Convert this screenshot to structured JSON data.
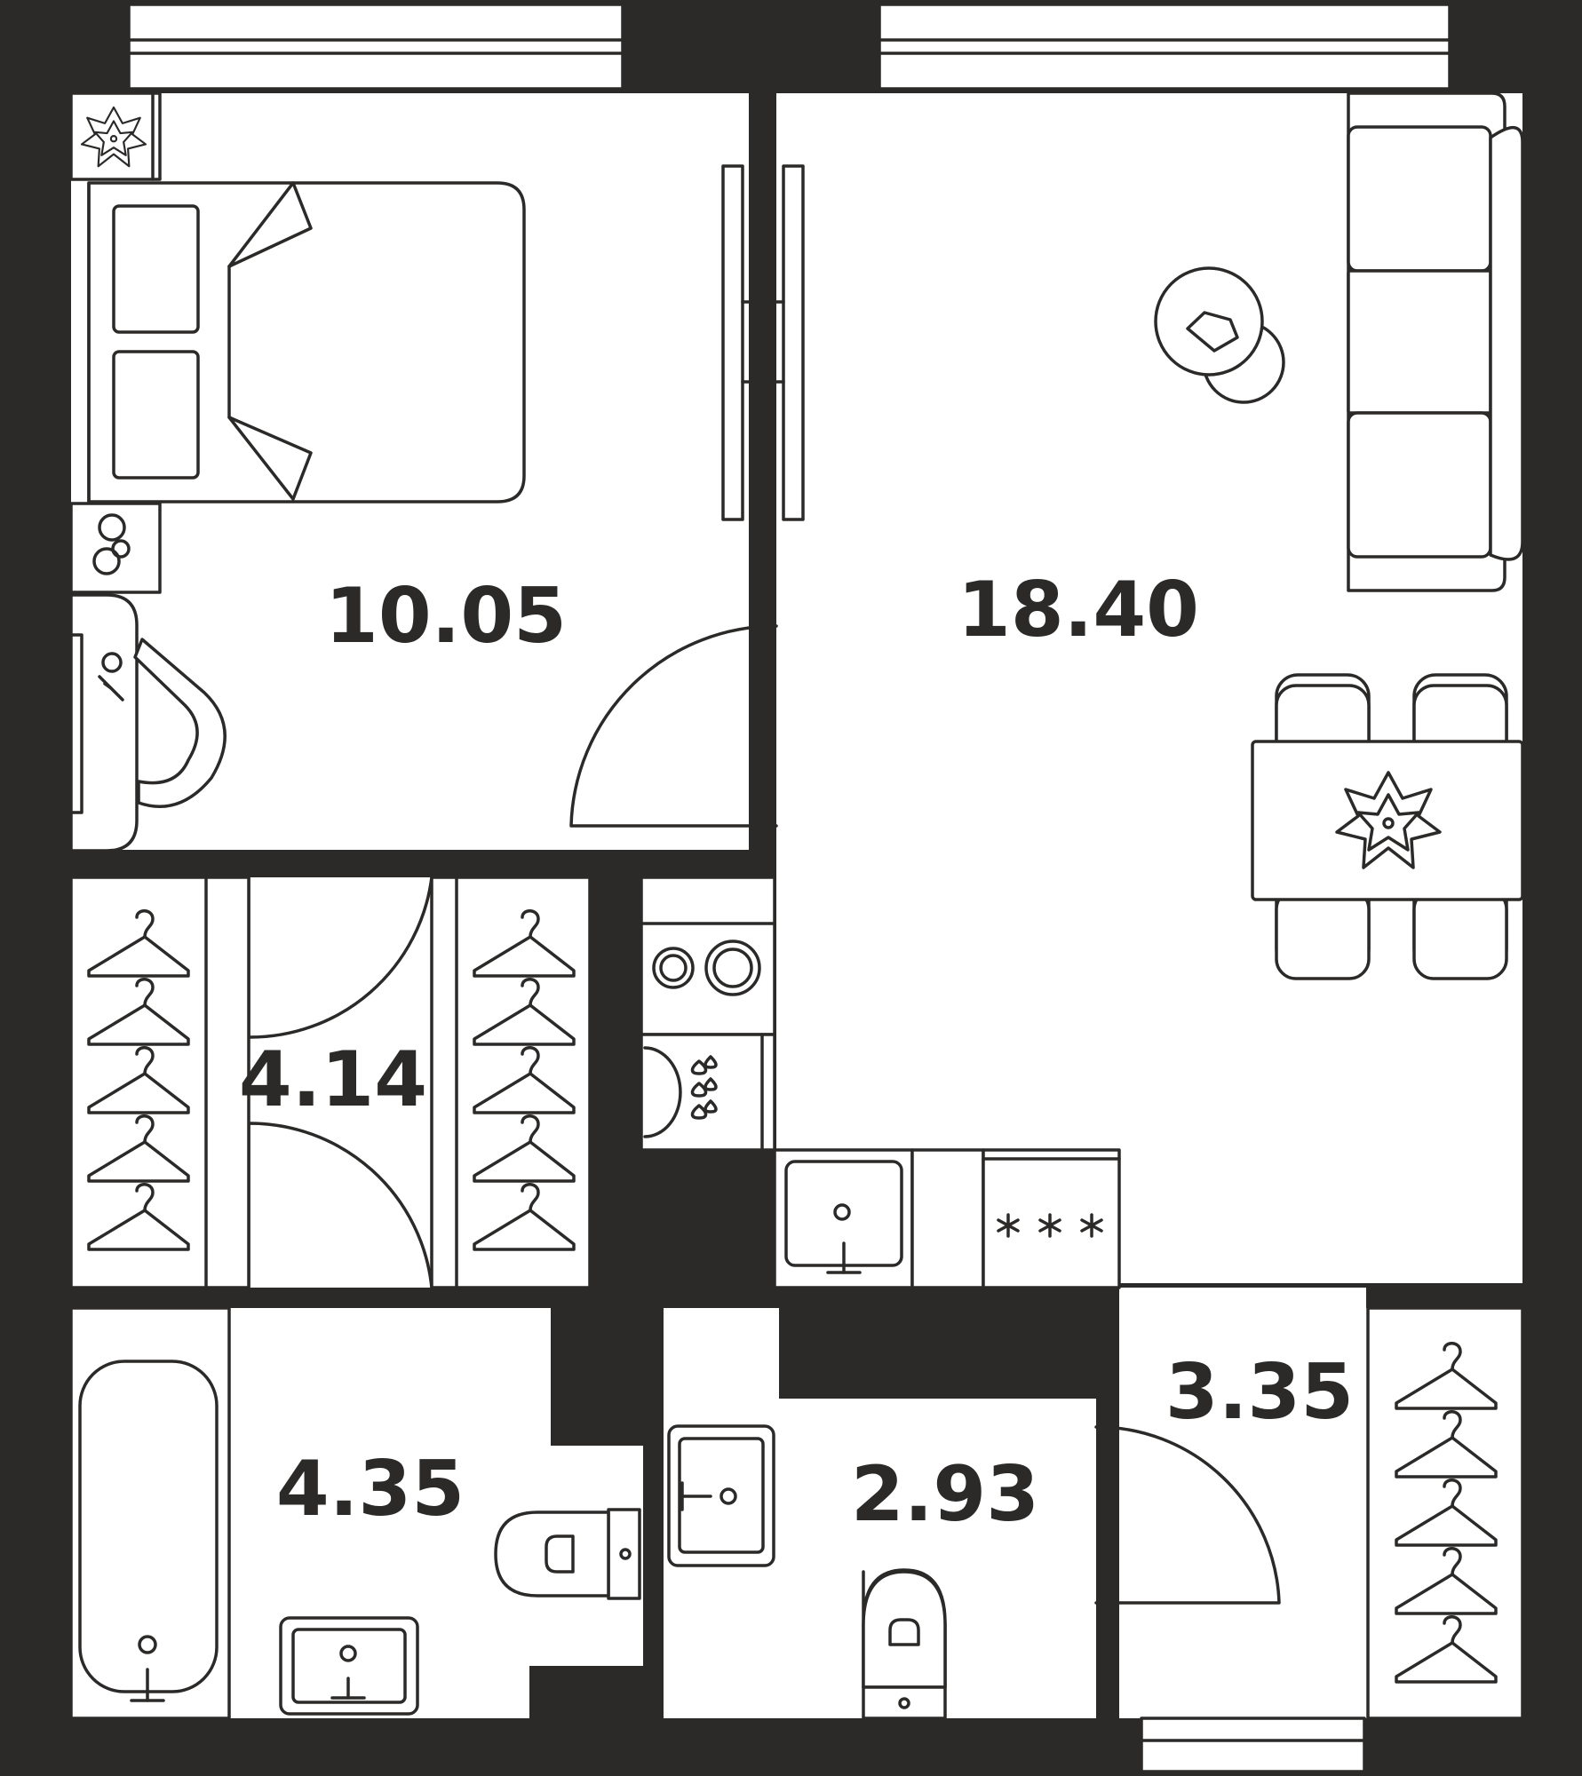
{
  "colors": {
    "wall": "#2b2a29",
    "floor": "#ffffff",
    "line": "#2b2a29"
  },
  "rooms": {
    "bedroom": {
      "area": "10.05"
    },
    "living_kitchen": {
      "area": "18.40"
    },
    "hallway": {
      "area": "4.14"
    },
    "bathroom": {
      "area": "4.35"
    },
    "storage": {
      "area": "3.35"
    },
    "toilet": {
      "area": "2.93"
    }
  },
  "icons": [
    "flower-pot-icon",
    "double-bed-icon",
    "nightstand-lamp-icon",
    "desk-chair-icon",
    "sofa-icon",
    "coffee-table-icon",
    "dining-table-icon",
    "dining-chair-icon",
    "wardrobe-hanger-icon",
    "stove-icon",
    "dishwasher-icon",
    "kitchen-sink-icon",
    "fridge-icon",
    "bathtub-icon",
    "toilet-icon",
    "washbasin-icon",
    "door-swing-icon",
    "window-icon"
  ]
}
